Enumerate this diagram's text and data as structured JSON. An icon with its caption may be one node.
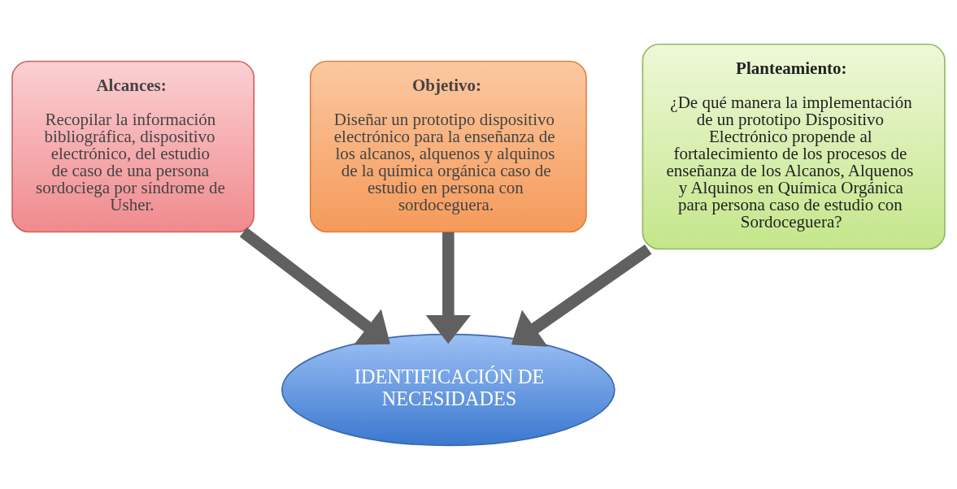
{
  "diagram": {
    "nodes": [
      {
        "text": [
          "Objetivo:",
          "Diseñar un prototipo dispositivo electrónico para la enseñanza de los alcanos, alquenos y alquinos de la química orgánica caso de estudio en persona con sordoceguera."
        ]
      },
      {
        "text": [
          "Alcances:",
          "Recopilar la información bibliográfica, dispositivo electrónico, del estudio de caso de una persona sordociega por síndrome de Usher."
        ]
      },
      {
        "text": [
          "Planteamiento:",
          "¿De qué manera la implementación de un prototipo Dispositivo Electrónico propende al fortalecimiento de los procesos de enseñanza de los Alcanos, Alquenos y Alquinos en Química Orgánica para persona caso de estudio con Sordoceguera?"
        ]
      },
      {
        "text": [
          "IDENTIFICACIÓN DE NECESIDADES"
        ]
      }
    ],
    "edges": [
      {
        "from": 0,
        "to": 3,
        "arrow": "to"
      },
      {
        "from": 1,
        "to": 3,
        "arrow": "to"
      },
      {
        "from": 2,
        "to": 3,
        "arrow": "to"
      }
    ]
  }
}
